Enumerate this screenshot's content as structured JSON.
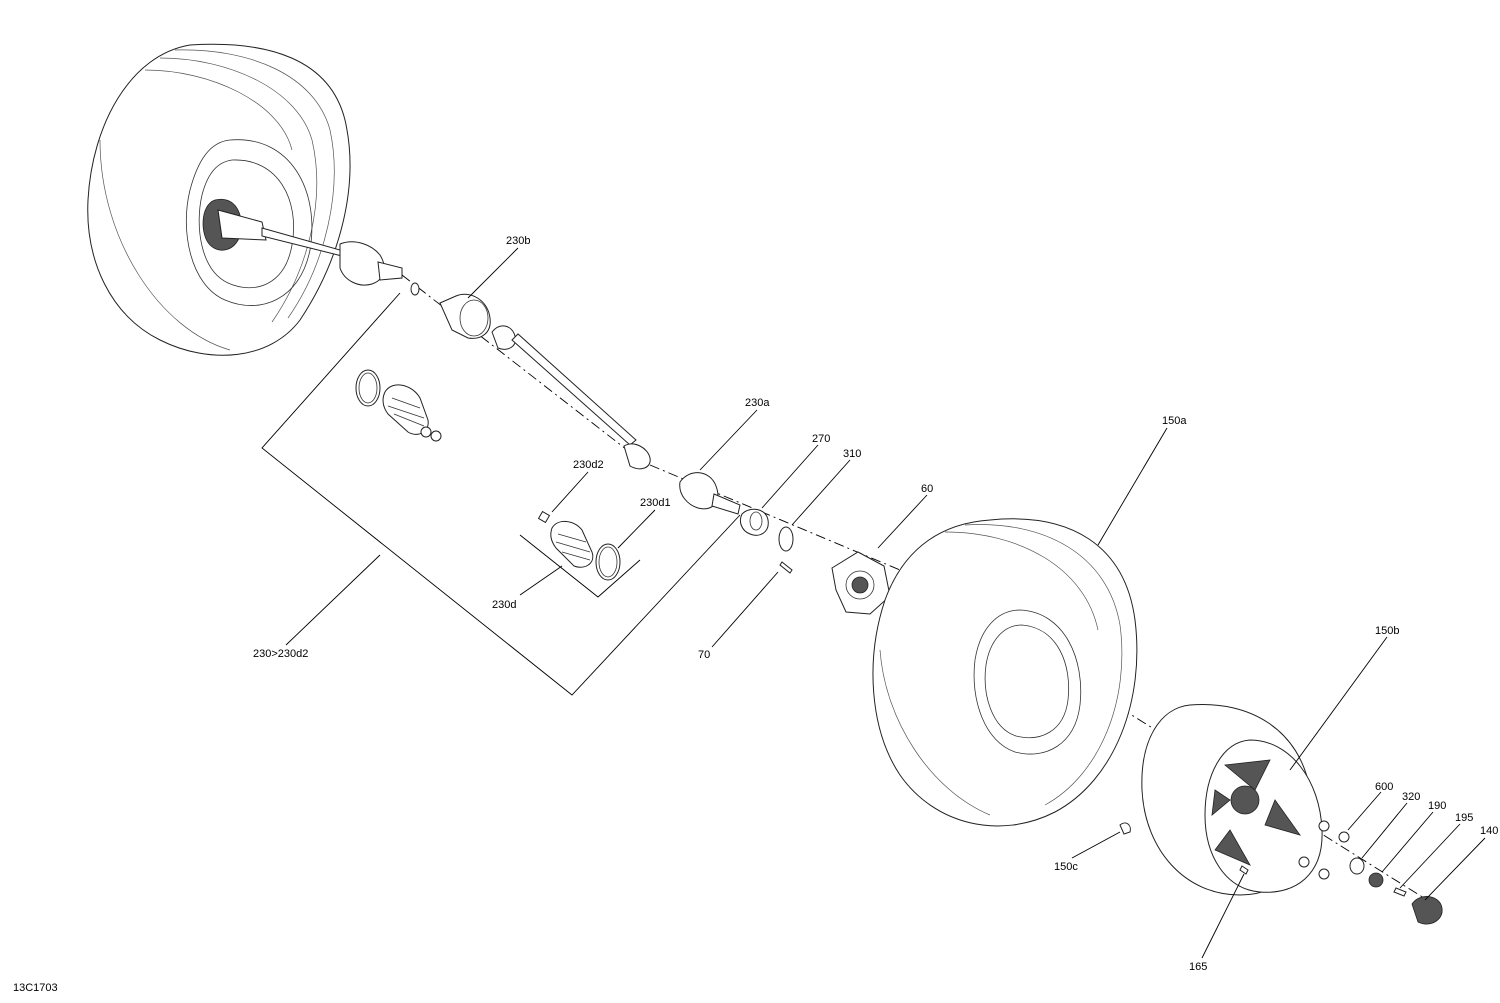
{
  "drawing_code": "13C1703",
  "callouts": {
    "c230b": "230b",
    "c230a": "230a",
    "c270": "270",
    "c310": "310",
    "c150a": "150a",
    "c60": "60",
    "c230d2": "230d2",
    "c230d1": "230d1",
    "c230d": "230d",
    "c230_230d2": "230>230d2",
    "c70": "70",
    "c150b": "150b",
    "c600": "600",
    "c320": "320",
    "c190": "190",
    "c195": "195",
    "c140": "140",
    "c150c": "150c",
    "c165": "165"
  }
}
